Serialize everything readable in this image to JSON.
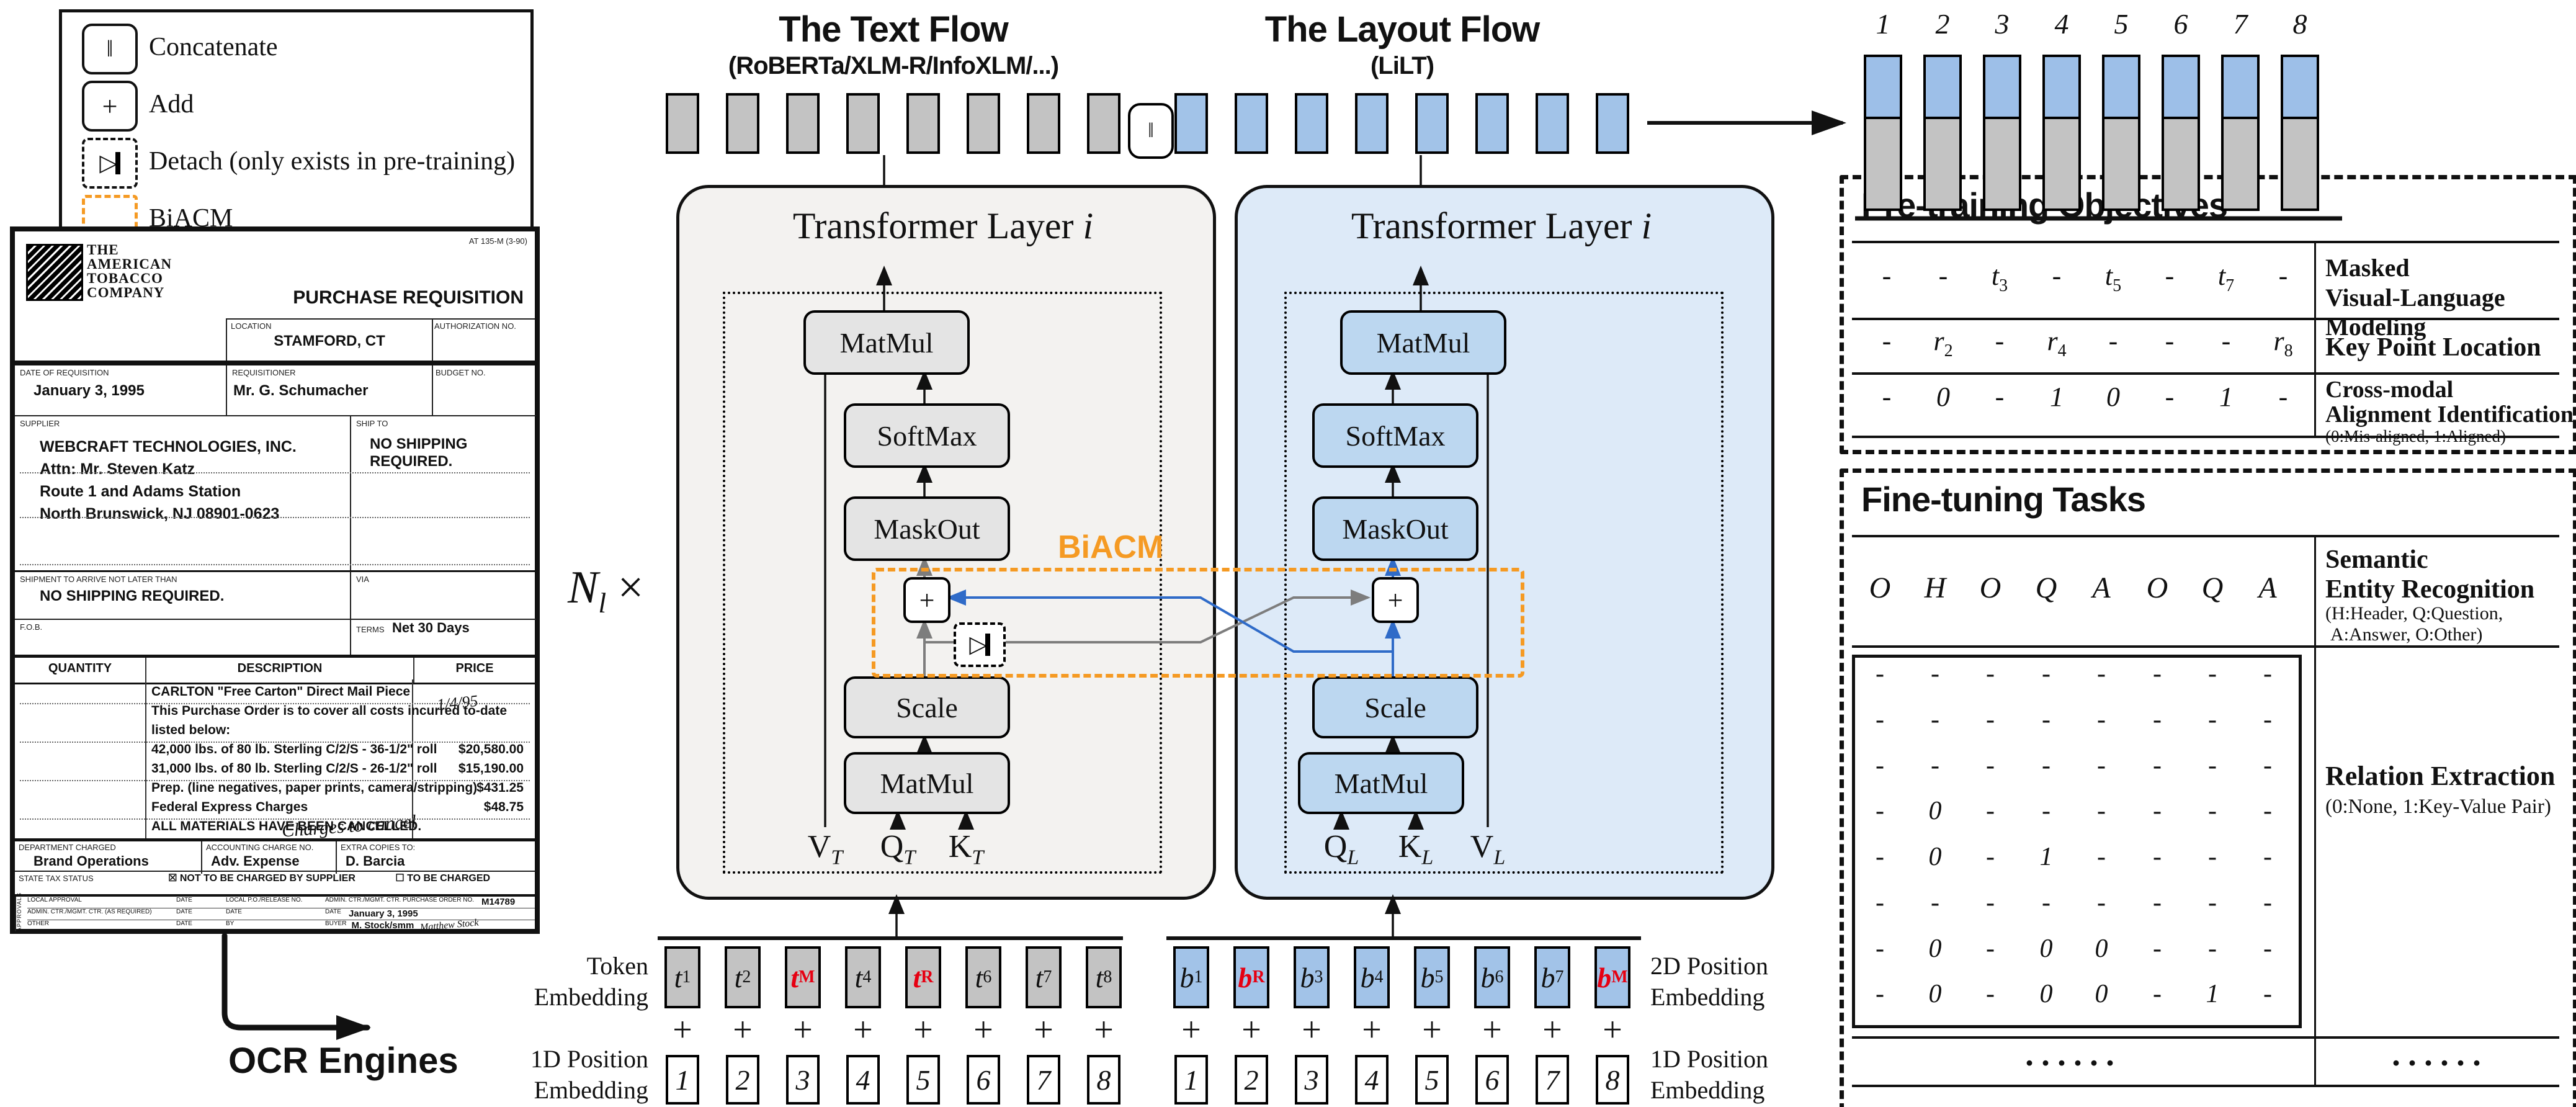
{
  "legend": {
    "items": [
      {
        "icon": "concatenate-icon",
        "symbol": "‖",
        "label": "Concatenate"
      },
      {
        "icon": "add-icon",
        "symbol": "+",
        "label": "Add"
      },
      {
        "icon": "detach-icon",
        "symbol": "▷",
        "label": "Detach (only exists in pre-training)"
      },
      {
        "icon": "biacm-icon",
        "symbol": "",
        "label": "BiACM"
      }
    ]
  },
  "flows": {
    "text": {
      "title": "The Text Flow",
      "subtitle": "(RoBERTa/XLM-R/InfoXLM/...)"
    },
    "layout": {
      "title": "The Layout Flow",
      "subtitle": "(LiLT)"
    },
    "concat_symbol": "‖"
  },
  "transformer": {
    "title_prefix": "Transformer Layer ",
    "title_var": "i",
    "blocks": {
      "matmul": "MatMul",
      "softmax": "SoftMax",
      "maskout": "MaskOut",
      "scale": "Scale",
      "plus": "+"
    },
    "left_inputs": [
      {
        "b": "V",
        "s": "T"
      },
      {
        "b": "Q",
        "s": "T"
      },
      {
        "b": "K",
        "s": "T"
      }
    ],
    "right_inputs": [
      {
        "b": "Q",
        "s": "L"
      },
      {
        "b": "K",
        "s": "L"
      },
      {
        "b": "V",
        "s": "L"
      }
    ]
  },
  "n_layers": {
    "base": "N",
    "sub": "l",
    "times": "×"
  },
  "biacm_label": "BiACM",
  "embeddings": {
    "token_label": [
      "Token",
      "Embedding"
    ],
    "pos1d_label": [
      "1D Position",
      "Embedding"
    ],
    "pos2d_label": [
      "2D Position",
      "Embedding"
    ],
    "t_cells": [
      {
        "b": "t",
        "s": "1",
        "red": false
      },
      {
        "b": "t",
        "s": "2",
        "red": false
      },
      {
        "b": "t",
        "s": "M",
        "red": true
      },
      {
        "b": "t",
        "s": "4",
        "red": false
      },
      {
        "b": "t",
        "s": "R",
        "red": true
      },
      {
        "b": "t",
        "s": "6",
        "red": false
      },
      {
        "b": "t",
        "s": "7",
        "red": false
      },
      {
        "b": "t",
        "s": "8",
        "red": false
      }
    ],
    "b_cells": [
      {
        "b": "b",
        "s": "1",
        "red": false
      },
      {
        "b": "b",
        "s": "R",
        "red": true
      },
      {
        "b": "b",
        "s": "3",
        "red": false
      },
      {
        "b": "b",
        "s": "4",
        "red": false
      },
      {
        "b": "b",
        "s": "5",
        "red": false
      },
      {
        "b": "b",
        "s": "6",
        "red": false
      },
      {
        "b": "b",
        "s": "7",
        "red": false
      },
      {
        "b": "b",
        "s": "M",
        "red": true
      }
    ],
    "plus": "+",
    "indices": [
      "1",
      "2",
      "3",
      "4",
      "5",
      "6",
      "7",
      "8"
    ]
  },
  "top_right": {
    "labels": [
      "1",
      "2",
      "3",
      "4",
      "5",
      "6",
      "7",
      "8"
    ]
  },
  "pretraining": {
    "title": "Pre-training Objectives",
    "rows": [
      {
        "cells": [
          "-",
          "-",
          "t_3",
          "-",
          "t_5",
          "-",
          "t_7",
          "-"
        ],
        "label": [
          "Masked",
          "Visual-Language Modeling"
        ],
        "note": ""
      },
      {
        "cells": [
          "-",
          "r_2",
          "-",
          "r_4",
          "-",
          "-",
          "-",
          "r_8"
        ],
        "label": [
          "Key Point Location",
          ""
        ],
        "note": ""
      },
      {
        "cells": [
          "-",
          "0",
          "-",
          "1",
          "0",
          "-",
          "1",
          "-"
        ],
        "label": [
          "Cross-modal",
          "Alignment Identification"
        ],
        "note": "(0:Mis-aligned, 1:Aligned)"
      }
    ]
  },
  "finetuning": {
    "title": "Fine-tuning Tasks",
    "header_cells": [
      "O",
      "H",
      "O",
      "Q",
      "A",
      "O",
      "Q",
      "A"
    ],
    "ser_label": [
      "Semantic",
      "Entity Recognition"
    ],
    "ser_note": [
      "(H:Header, Q:Question,",
      "A:Answer, O:Other)"
    ],
    "matrix": [
      [
        "-",
        "-",
        "-",
        "-",
        "-",
        "-",
        "-",
        "-"
      ],
      [
        "-",
        "-",
        "-",
        "-",
        "-",
        "-",
        "-",
        "-"
      ],
      [
        "-",
        "-",
        "-",
        "-",
        "-",
        "-",
        "-",
        "-"
      ],
      [
        "-",
        "0",
        "-",
        "-",
        "-",
        "-",
        "-",
        "-"
      ],
      [
        "-",
        "0",
        "-",
        "1",
        "-",
        "-",
        "-",
        "-"
      ],
      [
        "-",
        "-",
        "-",
        "-",
        "-",
        "-",
        "-",
        "-"
      ],
      [
        "-",
        "0",
        "-",
        "0",
        "0",
        "-",
        "-",
        "-"
      ],
      [
        "-",
        "0",
        "-",
        "0",
        "0",
        "-",
        "1",
        "-"
      ]
    ],
    "re_label": "Relation Extraction",
    "re_note": "(0:None, 1:Key-Value Pair)",
    "ellipsis_left": "······",
    "ellipsis_right": "······"
  },
  "ocr": {
    "label": "OCR Engines"
  },
  "document": {
    "form_code": "AT 135-M (3-90)",
    "company": [
      "THE",
      "AMERICAN",
      "TOBACCO",
      "COMPANY"
    ],
    "title": "PURCHASE REQUISITION",
    "location_label": "LOCATION",
    "location": "STAMFORD, CT",
    "auth_label": "AUTHORIZATION NO.",
    "date_label": "DATE OF REQUISITION",
    "date": "January 3, 1995",
    "req_label": "REQUISITIONER",
    "requisitioner": "Mr. G. Schumacher",
    "budget_label": "BUDGET NO.",
    "supplier_label": "SUPPLIER",
    "supplier": [
      "WEBCRAFT TECHNOLOGIES, INC.",
      "Attn: Mr. Steven Katz",
      "Route 1 and Adams Station",
      "North Brunswick, NJ 08901-0623"
    ],
    "shipto_label": "SHIP TO",
    "shipto": "NO SHIPPING REQUIRED.",
    "arrive_label": "SHIPMENT TO ARRIVE NOT LATER THAN",
    "arrive": "NO SHIPPING REQUIRED.",
    "via_label": "VIA",
    "fob_label": "F.O.B.",
    "terms_label": "TERMS",
    "terms": "Net 30 Days",
    "qty_label": "QUANTITY",
    "desc_label": "DESCRIPTION",
    "price_label": "PRICE",
    "items": [
      {
        "desc": "CARLTON \"Free Carton\" Direct Mail Piece",
        "price": ""
      },
      {
        "desc": "This Purchase Order is to cover all costs incurred to-date",
        "price": ""
      },
      {
        "desc": "listed below:",
        "price": ""
      },
      {
        "desc": "42,000 lbs. of 80 lb. Sterling C/2/S - 36-1/2\" roll",
        "price": "$20,580.00"
      },
      {
        "desc": "31,000 lbs. of 80 lb. Sterling C/2/S - 26-1/2\" roll",
        "price": "$15,190.00"
      },
      {
        "desc": "Prep. (line negatives, paper prints, camera/stripping)",
        "price": "$431.25"
      },
      {
        "desc": "Federal Express Charges",
        "price": "$48.75"
      },
      {
        "desc": "ALL MATERIALS HAVE BEEN CANCELLED.",
        "price": ""
      }
    ],
    "handwriting": "Charges to cancel",
    "handwriting_date": "1/4/95",
    "dept_label": "DEPARTMENT CHARGED",
    "dept": "Brand Operations",
    "acct_label": "ACCOUNTING CHARGE NO.",
    "acct": "Adv. Expense",
    "copies_label": "EXTRA COPIES TO:",
    "copies": "D. Barcia",
    "tax_label": "STATE TAX STATUS",
    "tax_opt1": "☒ NOT TO BE CHARGED BY SUPPLIER",
    "tax_opt2": "☐ TO BE CHARGED",
    "approvals_label": "APPROVALS",
    "approval_rows": [
      {
        "c1": "LOCAL APPROVAL",
        "c2": "DATE",
        "c3": "LOCAL P.O./RELEASE NO.",
        "c4": "ADMIN. CTR./MGMT. CTR. PURCHASE ORDER NO.",
        "v4": "M14789"
      },
      {
        "c1": "ADMIN. CTR./MGMT. CTR. (AS REQUIRED)",
        "c2": "DATE",
        "c3": "DATE",
        "c4": "DATE",
        "v4": "January 3, 1995"
      },
      {
        "c1": "OTHER",
        "c2": "DATE",
        "c3": "BY",
        "c4": "BUYER",
        "v4": "M. Stock/smm"
      }
    ],
    "signature": "Matthew Stock"
  },
  "colors": {
    "orange": "#f59a23",
    "red": "#e60012",
    "wire_blue": "#2f6bc8",
    "wire_gray": "#7d7d7d",
    "gray_bar": "#c3c3c3",
    "blue_bar": "#a2c3e8",
    "gray_block": "#e4e4e4",
    "blue_block": "#bcd7f0",
    "gray_bg": "#f3f2f0",
    "blue_bg": "#ddeaf8"
  }
}
